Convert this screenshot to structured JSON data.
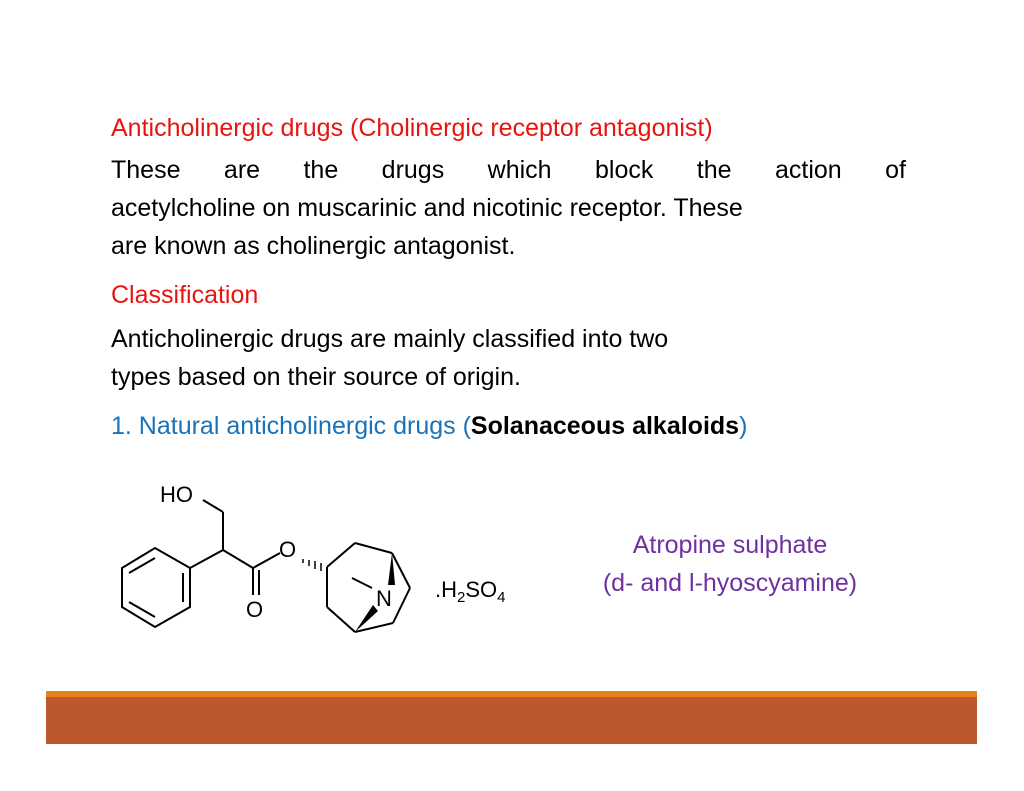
{
  "heading": "Anticholinergic drugs (Cholinergic receptor antagonist)",
  "definition": {
    "line1": "These are the drugs which block the action of",
    "line2": "acetylcholine on muscarinic and nicotinic receptor. These",
    "line3": "are known as cholinergic antagonist."
  },
  "classification_heading": "Classification",
  "classification": {
    "line1": "Anticholinergic drugs are mainly classified into two",
    "line2": "types based on their source of origin."
  },
  "item1": {
    "prefix": "1. Natural anticholinergic drugs (",
    "bold": "Solanaceous alkaloids",
    "suffix": ")"
  },
  "structure": {
    "ho": "HO",
    "o_ester": "O",
    "o_carbonyl": "O",
    "n": "N",
    "salt_prefix": ".H",
    "salt_sub1": "2",
    "salt_mid": "SO",
    "salt_sub2": "4"
  },
  "compound": {
    "name": "Atropine sulphate",
    "subtitle": "(d- and l-hyoscyamine)"
  },
  "colors": {
    "red": "#e8140f",
    "blue": "#1a72b8",
    "purple": "#7030a0",
    "bar_orange": "#e5831d",
    "bar_brown": "#bc582c"
  }
}
